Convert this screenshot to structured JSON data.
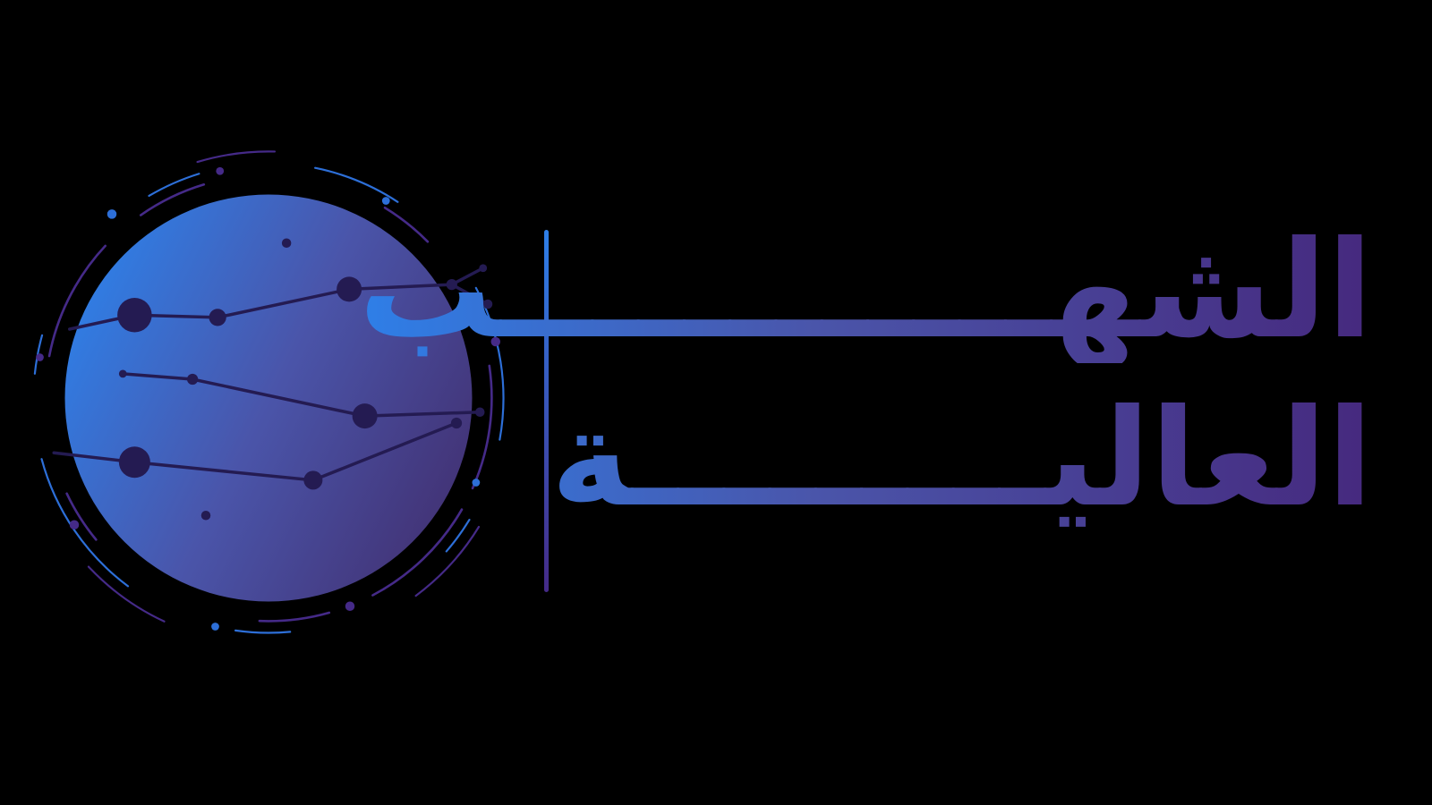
{
  "brand": {
    "name": "الشهب العالية",
    "line1": "الشهــــــــــــب",
    "line2": "العاليـــــــــة"
  },
  "mark": {
    "icon": "planet-circuit-icon",
    "description_rendered": ""
  },
  "colors": {
    "bg": "#000000",
    "blue": "#2e80e8",
    "mid": "#4a55aa",
    "purple": "#423173",
    "deep_purple": "#452a88",
    "node": "#241b52",
    "ring_blue": "#2d6fd8",
    "text_blue": "#2e7fe8",
    "text_purple": "#46297e"
  }
}
